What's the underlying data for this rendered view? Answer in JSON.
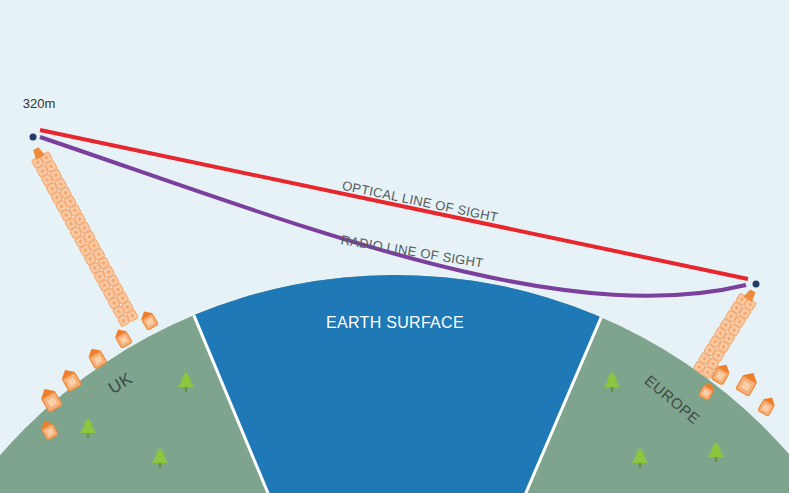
{
  "diagram": {
    "labels": [
      "320m",
      "OPTICAL LINE OF SIGHT",
      "RADIO LINE OF SIGHT",
      "EARTH SURFACE",
      "UK",
      "EUROPE"
    ]
  }
}
